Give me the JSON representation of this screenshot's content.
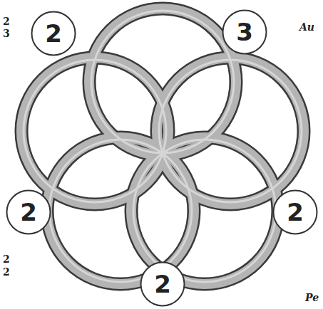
{
  "diagram": {
    "nodes": [
      {
        "text": [
          "2"
        ]
      },
      {
        "text": [
          "3"
        ]
      },
      {
        "text": [
          "2"
        ]
      },
      {
        "text": [
          "2"
        ]
      },
      {
        "text": [
          "2"
        ]
      }
    ],
    "labels": [
      "2",
      "3",
      "Au",
      "2",
      "2",
      "Pe"
    ]
  }
}
